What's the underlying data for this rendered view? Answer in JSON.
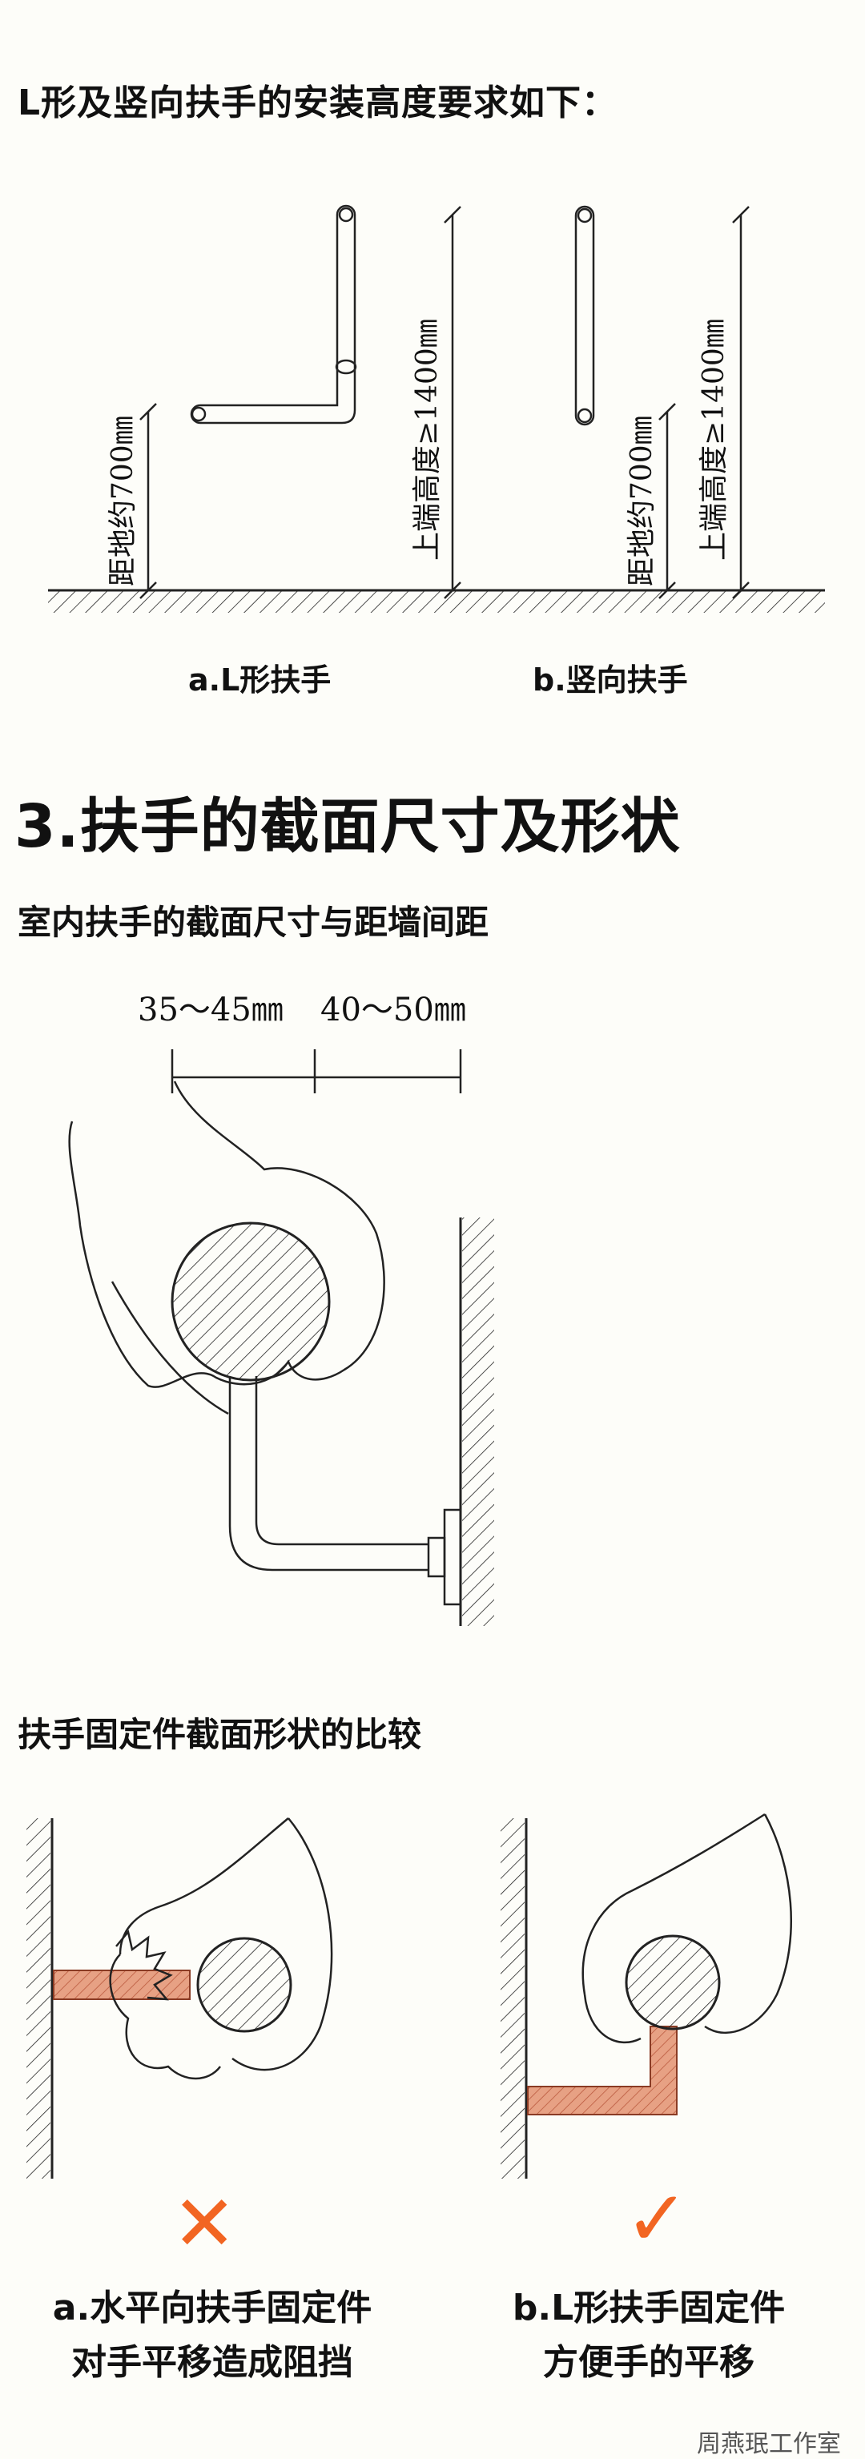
{
  "intro_heading": "L形及竖向扶手的安装高度要求如下：",
  "fig_install": {
    "label_a_floor": "距地约700㎜",
    "label_a_top": "上端高度≥1400㎜",
    "label_b_floor": "距地约700㎜",
    "label_b_top": "上端高度≥1400㎜",
    "caption_a": "a.L形扶手",
    "caption_b": "b.竖向扶手"
  },
  "section_title": "3.扶手的截面尺寸及形状",
  "section_sub1": "室内扶手的截面尺寸与距墙间距",
  "dims": {
    "d1": "35～45㎜",
    "d2": "40～50㎜"
  },
  "section_sub2": "扶手固定件截面形状的比较",
  "compare": {
    "a_line1": "a.水平向扶手固定件",
    "a_line2": "对手平移造成阻挡",
    "b_line1": "b.L形扶手固定件",
    "b_line2": "方便手的平移",
    "mark_bad": "✕",
    "mark_good": "✓"
  },
  "credit": "周燕珉工作室",
  "colors": {
    "accent": "#f26522",
    "fixture": "#e7a184"
  }
}
